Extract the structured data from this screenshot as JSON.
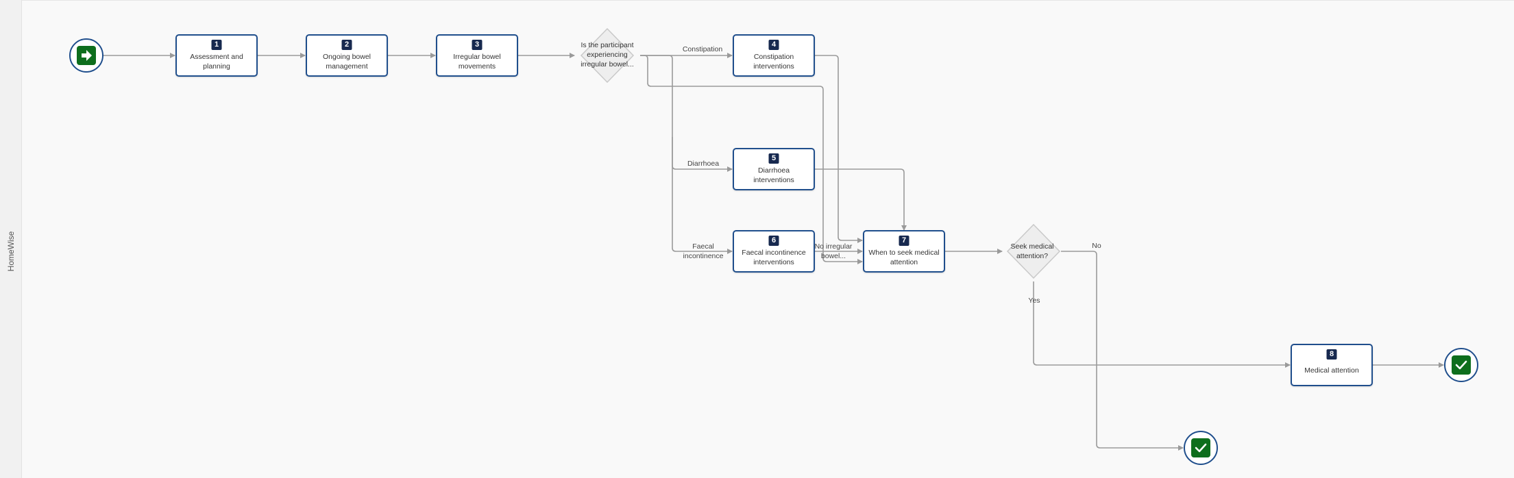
{
  "lane": {
    "label": "HomeWise"
  },
  "colors": {
    "node_border": "#1f4e8c",
    "number_badge": "#17294f",
    "terminal_fill": "#0e6e1d",
    "connector": "#9a9a9a"
  },
  "start": {
    "icon": "arrow-right-icon"
  },
  "end_icon": "check-icon",
  "nodes": [
    {
      "number": "1",
      "label": "Assessment and planning"
    },
    {
      "number": "2",
      "label": "Ongoing bowel management"
    },
    {
      "number": "3",
      "label": "Irregular bowel movements"
    },
    {
      "number": "4",
      "label": "Constipation interventions"
    },
    {
      "number": "5",
      "label": "Diarrhoea interventions"
    },
    {
      "number": "6",
      "label": "Faecal incontinence interventions"
    },
    {
      "number": "7",
      "label": "When to seek medical attention"
    },
    {
      "number": "8",
      "label": "Medical attention"
    }
  ],
  "decisions": [
    {
      "label": "Is the participant experiencing irregular bowel..."
    },
    {
      "label": "Seek medical attention?"
    }
  ],
  "edge_labels": {
    "constipation": "Constipation",
    "diarrhoea": "Diarrhoea",
    "faecal_incontinence": "Faecal incontinence",
    "no_irregular": "No irregular bowel...",
    "no": "No",
    "yes": "Yes"
  }
}
